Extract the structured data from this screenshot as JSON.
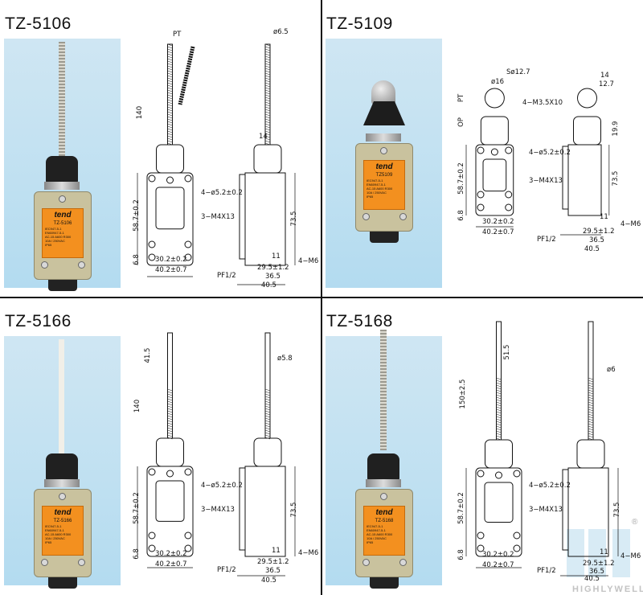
{
  "panels": [
    {
      "id": "tz-5106",
      "title": "TZ-5106",
      "actuator": "spring",
      "rod_color": "spring",
      "photo_label": {
        "brand": "tend",
        "model": "TZ-5106",
        "spec": [
          "IEC947-5-1",
          "EN60947-5-1",
          "AC-15 A600 R300",
          "10A / 250VAC",
          "IP65"
        ]
      },
      "labels": {
        "pt": "PT",
        "dia": "ø6.5",
        "length": "140",
        "w14": "14",
        "holes": "4−ø5.2±0.2",
        "pitch": "58.7±0.2",
        "screws": "3−M4X13",
        "h68": "6.8",
        "w302": "30.2±0.2",
        "w402": "40.2±0.7",
        "h735": "73.5",
        "d11": "11",
        "m6": "4−M6",
        "d295": "29.5±1.2",
        "pf": "PF1/2",
        "d365": "36.5",
        "d405": "40.5"
      }
    },
    {
      "id": "tz-5109",
      "title": "TZ-5109",
      "actuator": "roller",
      "photo_label": {
        "brand": "tend",
        "model": "TZ5109",
        "spec": [
          "IEC947-5-1",
          "EN60947-5-1",
          "AC-15 A600 R300",
          "10A / 250VAC",
          "IP65"
        ]
      },
      "labels": {
        "sdia": "Sø12.7",
        "dia": "ø16",
        "pt": "PT",
        "op": "OP",
        "mscrew": "4−M3.5X10",
        "w14": "14",
        "w127": "12.7",
        "h199": "19.9",
        "holes": "4−ø5.2±0.2",
        "pitch": "58.7±0.2",
        "screws": "3−M4X13",
        "h68": "6.8",
        "w302": "30.2±0.2",
        "w402": "40.2±0.7",
        "h735": "73.5",
        "d11": "11",
        "m6": "4−M6",
        "d295": "29.5±1.2",
        "pf": "PF1/2",
        "d365": "36.5",
        "d405": "40.5"
      }
    },
    {
      "id": "tz-5166",
      "title": "TZ-5166",
      "actuator": "wand",
      "photo_label": {
        "brand": "tend",
        "model": "TZ-5166",
        "spec": [
          "IEC947-5-1",
          "EN60947-5-1",
          "AC-15 A600 R300",
          "10A / 250VAC",
          "IP65"
        ]
      },
      "labels": {
        "tip": "41.5",
        "dia": "ø5.8",
        "length": "140",
        "holes": "4−ø5.2±0.2",
        "pitch": "58.7±0.2",
        "screws": "3−M4X13",
        "h68": "6.8",
        "w302": "30.2±0.2",
        "w402": "40.2±0.7",
        "h735": "73.5",
        "d11": "11",
        "m6": "4−M6",
        "d295": "29.5±1.2",
        "pf": "PF1/2",
        "d365": "36.5",
        "d405": "40.5"
      }
    },
    {
      "id": "tz-5168",
      "title": "TZ-5168",
      "actuator": "rod",
      "photo_label": {
        "brand": "tend",
        "model": "TZ-5168",
        "spec": [
          "IEC947-5-1",
          "EN60947-5-1",
          "AC-15 A600 R300",
          "10A / 250VAC",
          "IP65"
        ]
      },
      "labels": {
        "tip": "51.5",
        "length": "150±2.5",
        "dia": "ø6",
        "holes": "4−ø5.2±0.2",
        "pitch": "58.7±0.2",
        "screws": "3−M4X13",
        "h68": "6.8",
        "w302": "30.2±0.2",
        "w402": "40.2±0.7",
        "h735": "73.5",
        "d11": "11",
        "m6": "4−M6",
        "d295": "29.5±1.2",
        "pf": "PF1/2",
        "d365": "36.5",
        "d405": "40.5"
      }
    }
  ],
  "watermark": {
    "text": "HIGHLYWELL",
    "registered": "®"
  },
  "colors": {
    "photo_bg": "#bfe0f1",
    "body": "#c9c29e",
    "label": "#f3901f"
  }
}
